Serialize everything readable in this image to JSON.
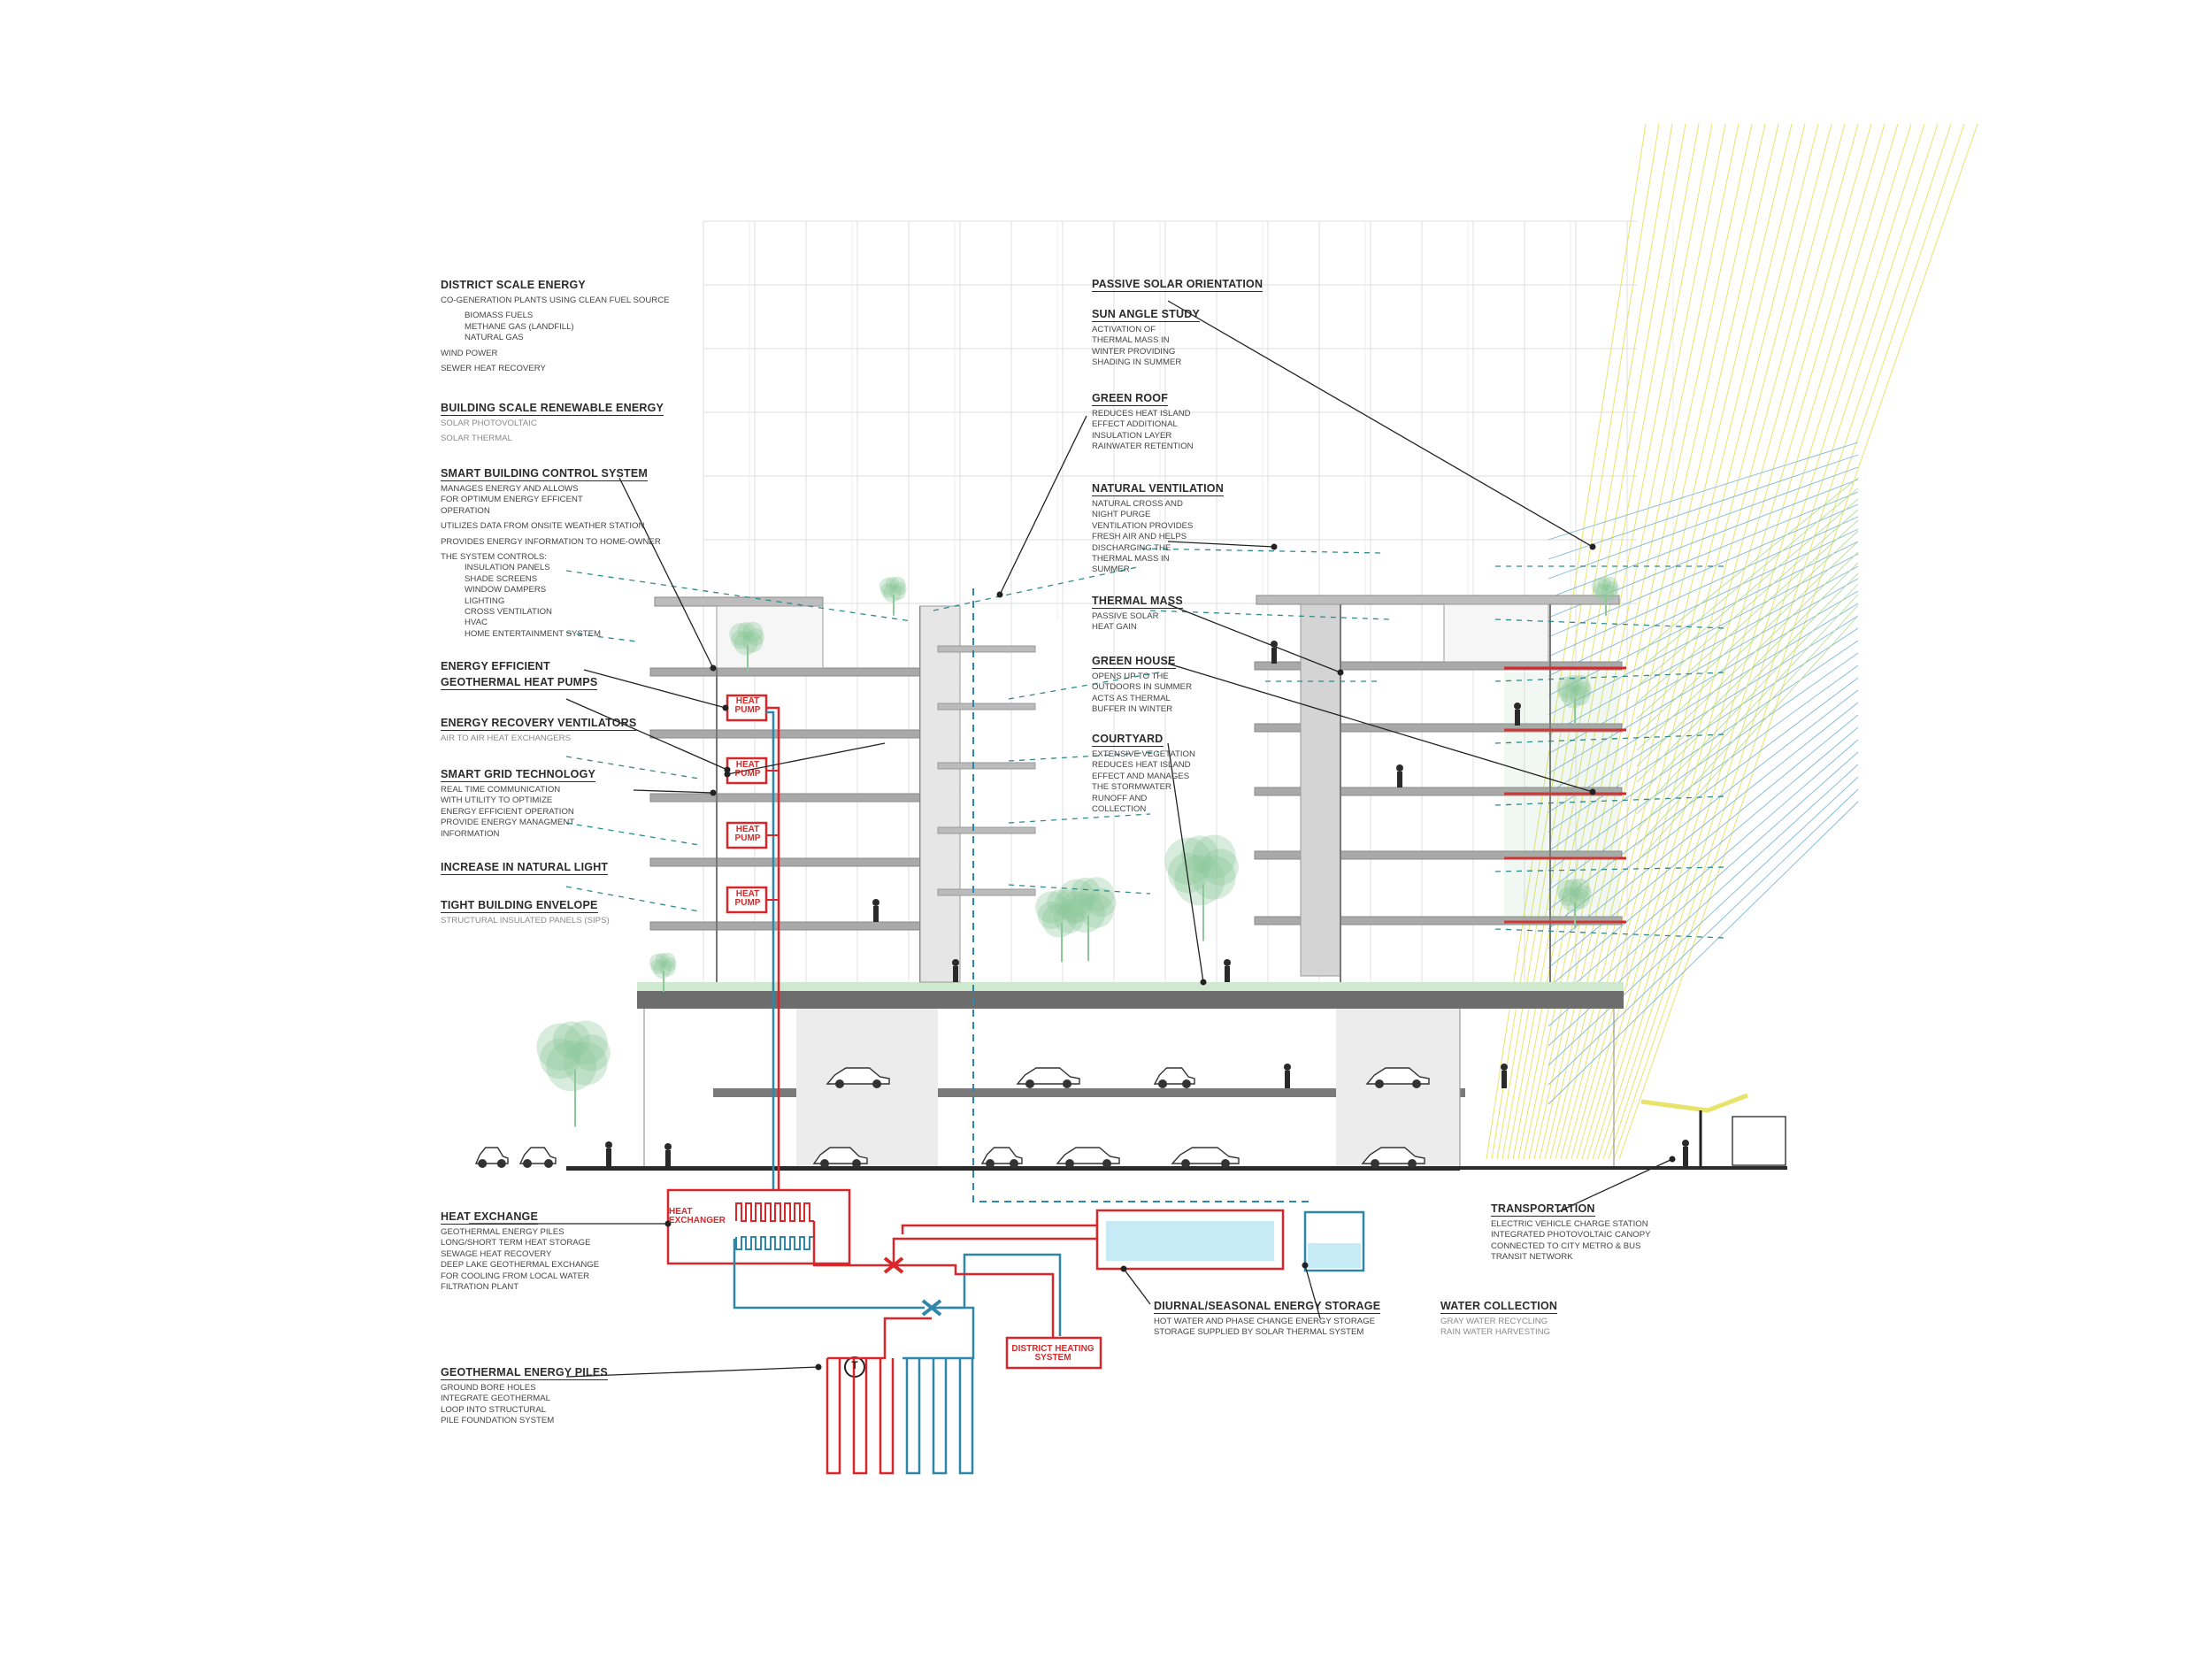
{
  "colors": {
    "hot_water": "#d8262a",
    "cold_water": "#2f86a8",
    "ventilation": "#2f8a8a",
    "vegetation": "#8cc99a",
    "slab": "#8d8d8d",
    "sun_rays_yellow": "#e8e36a",
    "sun_rays_blue": "#7fb8d6",
    "storage_water": "#c6ebf6"
  },
  "left_labels": {
    "district_scale": {
      "title": "DISTRICT SCALE ENERGY",
      "intro": "CO-GENERATION PLANTS USING CLEAN FUEL SOURCE",
      "fuels": [
        "BIOMASS FUELS",
        "METHANE GAS (LANDFILL)",
        "NATURAL GAS"
      ],
      "extra": [
        "WIND POWER",
        "SEWER HEAT RECOVERY"
      ]
    },
    "building_scale": {
      "title": "BUILDING SCALE RENEWABLE ENERGY",
      "items": [
        "SOLAR PHOTOVOLTAIC",
        "SOLAR THERMAL"
      ]
    },
    "smart_control": {
      "title": "SMART BUILDING CONTROL SYSTEM",
      "items": [
        "MANAGES ENERGY AND ALLOWS",
        "FOR OPTIMUM ENERGY EFFICENT",
        "OPERATION"
      ],
      "weather": "UTILIZES DATA FROM ONSITE WEATHER STATION",
      "homeowner": "PROVIDES ENERGY INFORMATION TO HOME-OWNER",
      "controls_intro": "THE SYSTEM CONTROLS:",
      "controls": [
        "INSULATION PANELS",
        "SHADE SCREENS",
        "WINDOW DAMPERS",
        "LIGHTING",
        "CROSS VENTILATION",
        "HVAC",
        "HOME ENTERTAINMENT SYSTEM"
      ]
    },
    "geothermal_pumps": {
      "title_line1": "ENERGY EFFICIENT",
      "title_line2": "GEOTHERMAL HEAT PUMPS"
    },
    "erv": {
      "title": "ENERGY RECOVERY VENTILATORS",
      "desc": "AIR TO AIR HEAT EXCHANGERS"
    },
    "smart_grid": {
      "title": "SMART GRID TECHNOLOGY",
      "desc": "REAL TIME COMMUNICATION\nWITH UTILITY TO OPTIMIZE\nENERGY EFFICIENT OPERATION\nPROVIDE ENERGY MANAGMENT\nINFORMATION"
    },
    "natural_light": {
      "title": "INCREASE IN NATURAL LIGHT"
    },
    "envelope": {
      "title": "TIGHT BUILDING ENVELOPE",
      "desc": "STRUCTURAL INSULATED PANELS (SIPS)"
    },
    "heat_exchange": {
      "title": "HEAT EXCHANGE",
      "desc": "GEOTHERMAL ENERGY PILES\nLONG/SHORT TERM HEAT STORAGE\nSEWAGE HEAT RECOVERY\nDEEP LAKE GEOTHERMAL EXCHANGE\nFOR COOLING FROM LOCAL WATER\nFILTRATION PLANT"
    },
    "geo_piles": {
      "title": "GEOTHERMAL ENERGY PILES",
      "desc": "GROUND BORE HOLES\nINTEGRATE GEOTHERMAL\nLOOP INTO STRUCTURAL\nPILE FOUNDATION SYSTEM"
    }
  },
  "right_labels": {
    "passive_solar": {
      "title": "PASSIVE SOLAR ORIENTATION"
    },
    "sun_angle": {
      "title": "SUN ANGLE STUDY",
      "desc": "ACTIVATION OF\nTHERMAL MASS IN\nWINTER PROVIDING\nSHADING IN SUMMER"
    },
    "green_roof": {
      "title": "GREEN ROOF",
      "desc": "REDUCES HEAT ISLAND\nEFFECT ADDITIONAL\nINSULATION LAYER\nRAINWATER RETENTION"
    },
    "natural_vent": {
      "title": "NATURAL VENTILATION",
      "desc": "NATURAL CROSS AND\nNIGHT PURGE\nVENTILATION PROVIDES\nFRESH AIR AND HELPS\nDISCHARGING THE\nTHERMAL MASS IN\nSUMMER"
    },
    "thermal_mass": {
      "title": "THERMAL MASS",
      "desc": "PASSIVE SOLAR\nHEAT GAIN"
    },
    "green_house": {
      "title": "GREEN HOUSE",
      "desc": "OPENS UP TO THE\nOUTDOORS IN SUMMER\nACTS AS THERMAL\nBUFFER IN WINTER"
    },
    "courtyard": {
      "title": "COURTYARD",
      "desc": "EXTENSIVE VEGETATION\nREDUCES HEAT ISLAND\nEFFECT AND MANAGES\nTHE STORMWATER\nRUNOFF AND\nCOLLECTION"
    },
    "transportation": {
      "title": "TRANSPORTATION",
      "desc": "ELECTRIC VEHICLE CHARGE STATION\nINTEGRATED PHOTOVOLTAIC CANOPY\nCONNECTED TO CITY METRO & BUS\nTRANSIT NETWORK"
    },
    "storage": {
      "title": "DIURNAL/SEASONAL ENERGY STORAGE",
      "desc": "HOT WATER AND PHASE CHANGE ENERGY STORAGE\nSTORAGE SUPPLIED BY SOLAR THERMAL SYSTEM"
    },
    "water_collection": {
      "title": "WATER COLLECTION",
      "desc": "GRAY WATER RECYCLING\nRAIN WATER HARVESTING"
    }
  },
  "equipment": {
    "heat_pump_line1": "HEAT",
    "heat_pump_line2": "PUMP",
    "heat_exchanger_line1": "HEAT",
    "heat_exchanger_line2": "EXCHANGER",
    "district_heating_line1": "DISTRICT HEATING",
    "district_heating_line2": "SYSTEM",
    "thermostat_symbol": "T"
  }
}
